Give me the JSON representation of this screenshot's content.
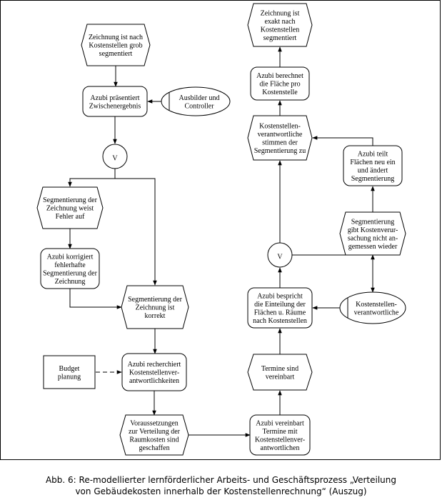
{
  "nodes": {
    "n1": {
      "type": "event",
      "lines": [
        "Zeichnung ist nach",
        "Kostenstellen grob",
        "segmentiert"
      ]
    },
    "n2": {
      "type": "function",
      "lines": [
        "Azubi präsentiert",
        "Zwischenergebnis"
      ]
    },
    "n3": {
      "type": "role",
      "lines": [
        "Ausbilder und",
        "Controller"
      ]
    },
    "n4": {
      "type": "operator",
      "lines": [
        "V"
      ]
    },
    "n5": {
      "type": "event",
      "lines": [
        "Segmentierung der",
        "Zeichnung weist",
        "Fehler auf"
      ]
    },
    "n6": {
      "type": "function",
      "lines": [
        "Azubi korrigiert",
        "fehlerhafte",
        "Segmentierung der",
        "Zeichnung"
      ]
    },
    "n7": {
      "type": "event",
      "lines": [
        "Segmentierung der",
        "Zeichnung ist",
        "korrekt"
      ]
    },
    "n8": {
      "type": "info",
      "lines": [
        "Budget",
        "planung"
      ]
    },
    "n9": {
      "type": "function",
      "lines": [
        "Azubi recherchiert",
        "Kostenstellenver-",
        "antwortlichkeiten"
      ]
    },
    "n10": {
      "type": "event",
      "lines": [
        "Voraussetzungen",
        "zur Verteilung der",
        "Raumkosten sind",
        "geschaffen"
      ]
    },
    "n11": {
      "type": "function",
      "lines": [
        "Azubi vereinbart",
        "Termine mit",
        "Kostenstellenver-",
        "antwortlichen"
      ]
    },
    "n12": {
      "type": "event",
      "lines": [
        "Termine sind",
        "vereinbart"
      ]
    },
    "n13": {
      "type": "function",
      "lines": [
        "Azubi bespricht",
        "die Einteilung der",
        "Flächen u. Räume",
        "nach Kostenstellen"
      ]
    },
    "n14": {
      "type": "role",
      "lines": [
        "Kostenstellen-",
        "verantwortliche"
      ]
    },
    "n15": {
      "type": "operator",
      "lines": [
        "V"
      ]
    },
    "n16": {
      "type": "event",
      "lines": [
        "Segmentierung",
        "gibt Kostenverur-",
        "sachung  nicht an-",
        "gemessen wieder"
      ]
    },
    "n17": {
      "type": "function",
      "lines": [
        "Azubi teilt",
        "Flächen neu ein",
        "und ändert",
        "Segmentierung"
      ]
    },
    "n18": {
      "type": "event",
      "lines": [
        "Kostenstellen-",
        "verantwortliche",
        "stimmen der",
        "Segmentierung zu"
      ]
    },
    "n19": {
      "type": "function",
      "lines": [
        "Azubi berechnet",
        "die Fläche pro",
        "Kostenstelle"
      ]
    },
    "n20": {
      "type": "event",
      "lines": [
        "Zeichnung ist",
        "exakt nach",
        "Kostenstellen",
        "segmentiert"
      ]
    }
  },
  "caption": {
    "line1": "Abb. 6: Re-modellierter lernförderlicher Arbeits- und Geschäftsprozess „Verteilung",
    "line2": "von Gebäudekosten innerhalb der Kostenstellenrechnung“ (Auszug)"
  }
}
